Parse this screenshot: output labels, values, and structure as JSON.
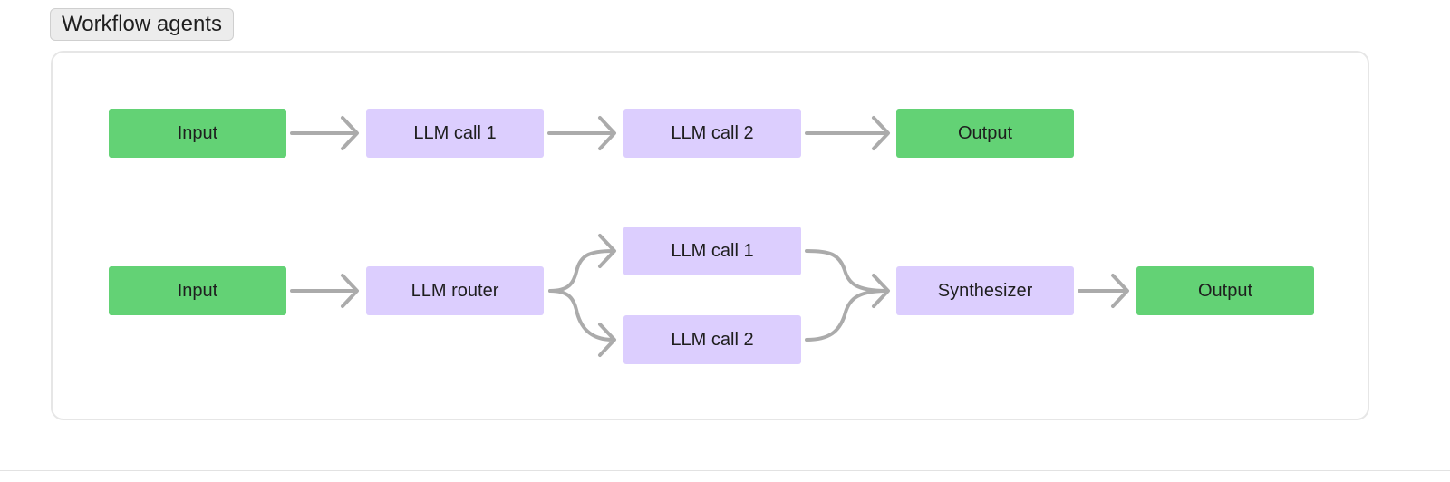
{
  "header": {
    "title": "Workflow agents"
  },
  "colors": {
    "io_node": "#63d275",
    "llm_node": "#dccefe",
    "arrow": "#ababab",
    "panel_border": "#e6e6e6"
  },
  "diagram": {
    "chain": {
      "input": "Input",
      "call1": "LLM call 1",
      "call2": "LLM call 2",
      "output": "Output"
    },
    "routing": {
      "input": "Input",
      "router": "LLM router",
      "call1": "LLM call 1",
      "call2": "LLM call 2",
      "synthesizer": "Synthesizer",
      "output": "Output"
    }
  }
}
